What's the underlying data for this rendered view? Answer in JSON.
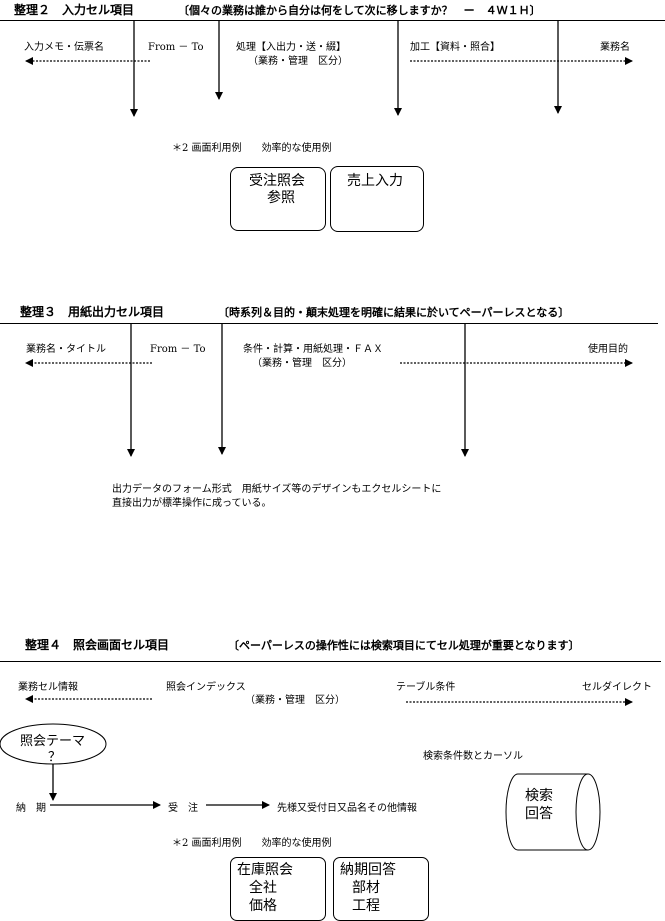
{
  "s2": {
    "title": "整理２　入力セル項目",
    "subtitle": "〔個々の業務は誰から自分は何をして次に移しますか？　ー　４Ｗ１Ｈ〕",
    "label_1": "入力メモ・伝票名",
    "label_2": "From － To",
    "label_3a": "処理【入出力・送・綴】",
    "label_3b": "（業務・管理　区分）",
    "label_4": "加工【資料・照合】",
    "label_5": "業務名",
    "note": "＊2 画面利用例　　効率的な使用例",
    "box_a_line1": "受注照会",
    "box_a_line2": "参照",
    "box_b_line1": "売上入力"
  },
  "s3": {
    "title": "整理３　用紙出力セル項目",
    "subtitle": "〔時系列＆目的・顛末処理を明確に結果に於いてペーパーレスとなる〕",
    "label_1": "業務名・タイトル",
    "label_2": "From － To",
    "label_3a": "条件・計算・用紙処理・ＦＡＸ",
    "label_3b": "（業務・管理　区分）",
    "label_4": "使用目的",
    "note_line1": "出力データのフォーム形式　用紙サイズ等のデザインもエクセルシートに",
    "note_line2": "直接出力が標準操作に成っている。"
  },
  "s4": {
    "title": "整理４　照会画面セル項目",
    "subtitle": "〔ペーパーレスの操作性には検索項目にてセル処理が重要となります〕",
    "label_1": "業務セル情報",
    "label_2": "照会インデックス",
    "label_2b": "（業務・管理　区分）",
    "label_3": "テーブル条件",
    "label_4": "セルダイレクト",
    "theme_line1": "照会テーマ",
    "theme_line2": "？",
    "search_note": "検索条件数とカーソル",
    "cyl_line1": "検索",
    "cyl_line2": "回答",
    "flow_1": "納　期",
    "flow_2": "受　注",
    "flow_3": "先様又受付日又品名その他情報",
    "note": "＊2 画面利用例　　効率的な使用例",
    "box_a_line1": "在庫照会",
    "box_a_line2": "全社",
    "box_a_line3": "価格",
    "box_b_line1": "納期回答",
    "box_b_line2": "部材",
    "box_b_line3": "工程"
  }
}
